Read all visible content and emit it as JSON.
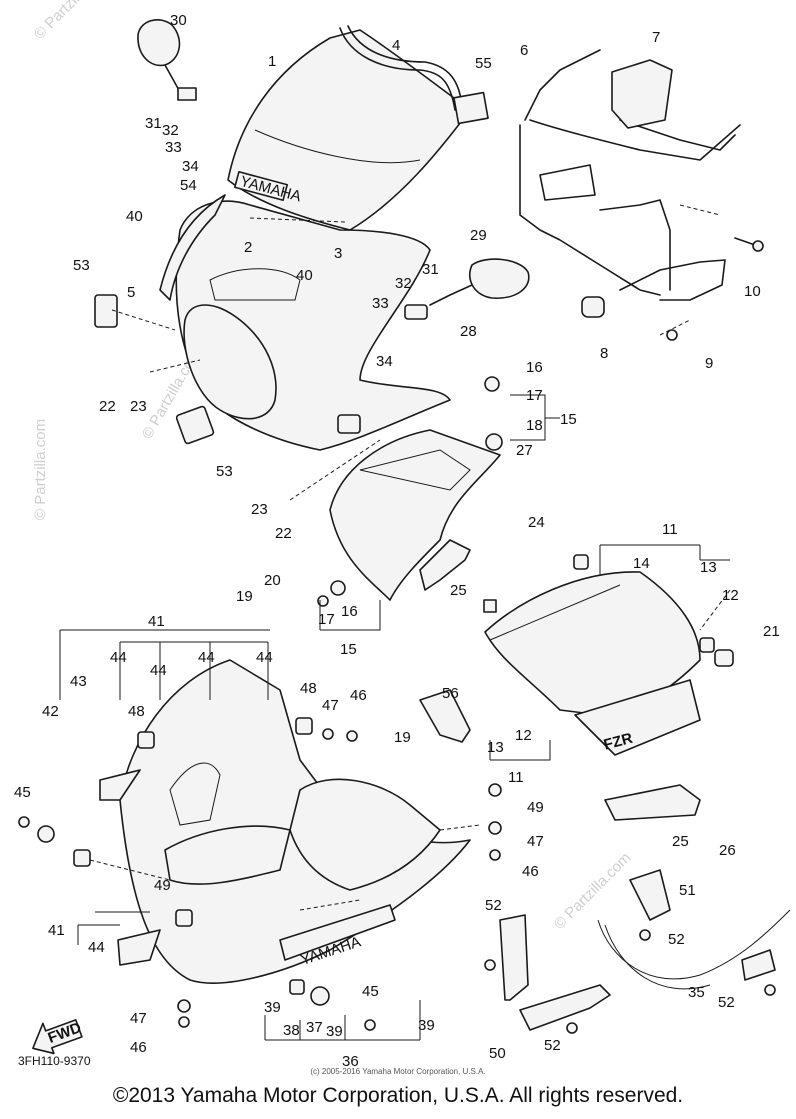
{
  "diagram": {
    "callouts": [
      "1",
      "2",
      "3",
      "4",
      "5",
      "6",
      "7",
      "8",
      "9",
      "10",
      "11",
      "12",
      "13",
      "14",
      "15",
      "16",
      "17",
      "18",
      "19",
      "20",
      "21",
      "22",
      "23",
      "24",
      "25",
      "26",
      "27",
      "28",
      "29",
      "30",
      "31",
      "32",
      "33",
      "34",
      "35",
      "36",
      "37",
      "38",
      "39",
      "40",
      "41",
      "42",
      "43",
      "44",
      "45",
      "46",
      "47",
      "48",
      "49",
      "50",
      "51",
      "52",
      "53",
      "54",
      "55",
      "56"
    ],
    "labels": {
      "brand_decal": "YAMAHA",
      "model_decal": "FZR",
      "lower_decal": "YAMAHA",
      "fwd_arrow": "FWD",
      "drawing_code": "3FH110-9370"
    },
    "watermark": "© Partzilla.com",
    "small_copyright": "(c) 2005-2016 Yamaha Motor Corporation, U.S.A.",
    "copyright": "©2013 Yamaha Motor Corporation, U.S.A. All rights reserved."
  }
}
